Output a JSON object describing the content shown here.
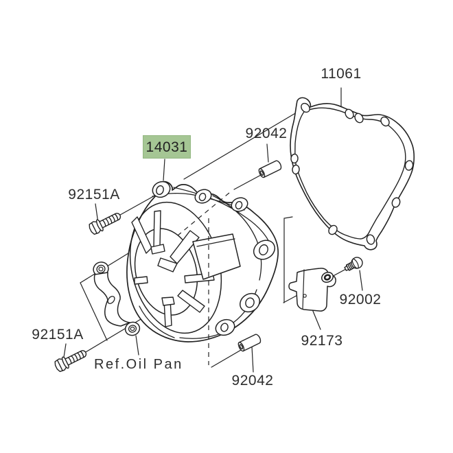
{
  "diagram": {
    "background_color": "#ffffff",
    "line_color": "#222222",
    "highlight_color": "#a5c694",
    "highlighted_label": "14031",
    "labels": {
      "gasket": "11061",
      "pin_upper": "92042",
      "cover": "14031",
      "bolt_upper": "92151A",
      "bolt_lower": "92151A",
      "oil_pan_ref": "Ref.Oil Pan",
      "pin_lower": "92042",
      "bracket": "92173",
      "screw": "92002"
    }
  }
}
